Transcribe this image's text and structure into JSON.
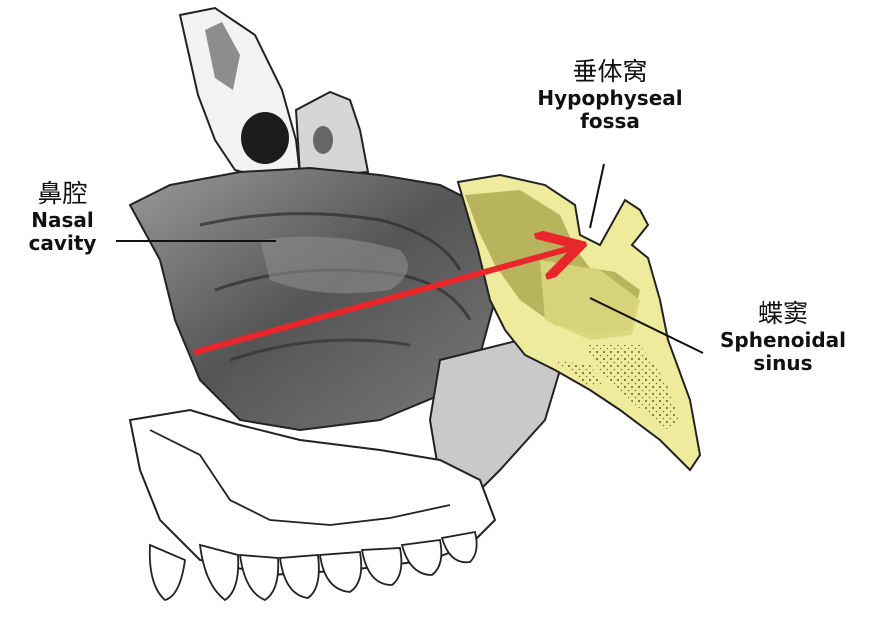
{
  "labels": {
    "hypophyseal_fossa": {
      "zh": "垂体窝",
      "en_line1": "Hypophyseal",
      "en_line2": "fossa"
    },
    "nasal_cavity": {
      "zh": "鼻腔",
      "en_line1": "Nasal",
      "en_line2": "cavity"
    },
    "sphenoidal_sinus": {
      "zh": "蝶窦",
      "en_line1": "Sphenoidal",
      "en_line2": "sinus"
    }
  },
  "colors": {
    "arrow": "#e8262b",
    "sphenoid_fill": "#eeeb9c",
    "sphenoid_shade": "#9c9a3e",
    "bone_dark": "#5e5e5e",
    "bone_light": "#d8d8d8",
    "outline": "#222222"
  }
}
